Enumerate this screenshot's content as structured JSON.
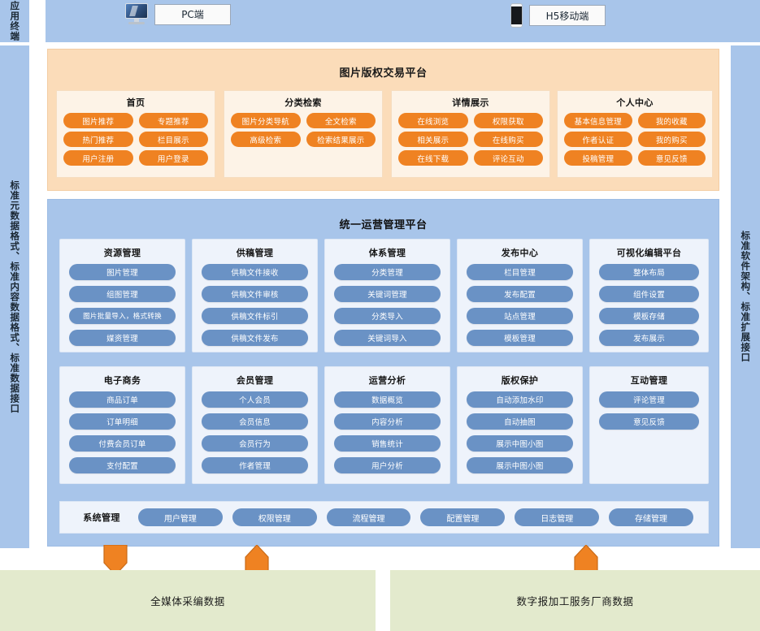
{
  "bands": {
    "terminal_label": "应用终端",
    "left_standard": "标准元数据格式、标准内容数据格式、标准数据接口",
    "right_standard": "标准软件架构、标准扩展接口"
  },
  "terminals": [
    {
      "icon": "desktop-monitor-icon",
      "label": "PC端"
    },
    {
      "icon": "mobile-phone-icon",
      "label": "H5移动端"
    }
  ],
  "orange_platform": {
    "title": "图片版权交易平台",
    "accent": "#ef8222",
    "background": "#fbdcb9",
    "groups": [
      {
        "title": "首页",
        "items": [
          "图片推荐",
          "专题推荐",
          "热门推荐",
          "栏目展示",
          "用户注册",
          "用户登录"
        ]
      },
      {
        "title": "分类检索",
        "items": [
          "图片分类导航",
          "全文检索",
          "高级检索",
          "检索结果展示"
        ]
      },
      {
        "title": "详情展示",
        "items": [
          "在线浏览",
          "权限获取",
          "相关展示",
          "在线购买",
          "在线下载",
          "评论互动"
        ]
      },
      {
        "title": "个人中心",
        "items": [
          "基本信息管理",
          "我的收藏",
          "作者认证",
          "我的购买",
          "投稿管理",
          "意见反馈"
        ]
      }
    ]
  },
  "blue_platform": {
    "title": "统一运营管理平台",
    "accent": "#6a92c5",
    "background": "#a8c5ea",
    "row1": [
      {
        "title": "资源管理",
        "items": [
          "图片管理",
          "组图管理",
          "图片批量导入，格式转换",
          "媒资管理"
        ]
      },
      {
        "title": "供稿管理",
        "items": [
          "供稿文件接收",
          "供稿文件审核",
          "供稿文件标引",
          "供稿文件发布"
        ]
      },
      {
        "title": "体系管理",
        "items": [
          "分类管理",
          "关键词管理",
          "分类导入",
          "关键词导入"
        ]
      },
      {
        "title": "发布中心",
        "items": [
          "栏目管理",
          "发布配置",
          "站点管理",
          "模板管理"
        ]
      },
      {
        "title": "可视化编辑平台",
        "items": [
          "整体布局",
          "组件设置",
          "模板存储",
          "发布展示"
        ]
      }
    ],
    "row2": [
      {
        "title": "电子商务",
        "items": [
          "商品订单",
          "订单明细",
          "付费会员订单",
          "支付配置"
        ]
      },
      {
        "title": "会员管理",
        "items": [
          "个人会员",
          "会员信息",
          "会员行为",
          "作者管理"
        ]
      },
      {
        "title": "运营分析",
        "items": [
          "数据概览",
          "内容分析",
          "销售统计",
          "用户分析"
        ]
      },
      {
        "title": "版权保护",
        "items": [
          "自动添加水印",
          "自动抽图",
          "展示中图小图",
          "展示中图小图"
        ]
      },
      {
        "title": "互动管理",
        "items": [
          "评论管理",
          "意见反馈"
        ]
      }
    ],
    "system_bar": {
      "label": "系统管理",
      "items": [
        "用户管理",
        "权限管理",
        "流程管理",
        "配置管理",
        "日志管理",
        "存储管理"
      ]
    }
  },
  "arrows": [
    {
      "name": "data-flow-arrow-down",
      "direction": "down",
      "color": "#ef8222"
    },
    {
      "name": "data-flow-arrow-up-left",
      "direction": "up",
      "color": "#ef8222"
    },
    {
      "name": "data-flow-arrow-up-right",
      "direction": "up",
      "color": "#ef8222"
    }
  ],
  "data_sources": [
    {
      "label": "全媒体采编数据"
    },
    {
      "label": "数字报加工服务厂商数据"
    }
  ]
}
